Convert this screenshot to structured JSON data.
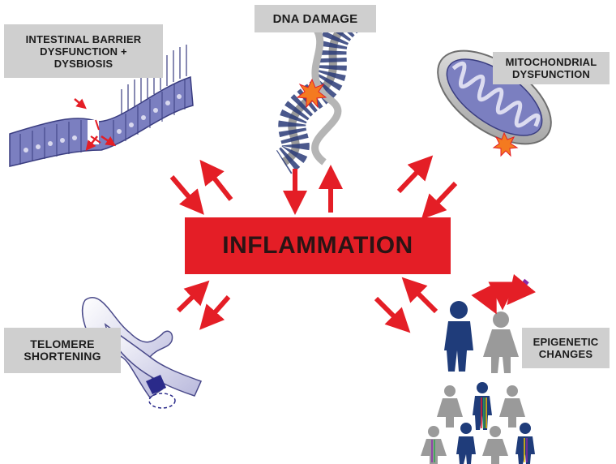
{
  "center": {
    "label": "INFLAMMATION",
    "color": "#e41e26"
  },
  "factors": [
    {
      "id": "intestinal",
      "label": "INTESTINAL BARRIER\nDYSFUNCTION +\nDYSBIOSIS",
      "icon": "intestinal-epithelium-icon"
    },
    {
      "id": "dna",
      "label": "DNA  DAMAGE",
      "icon": "dna-helix-icon"
    },
    {
      "id": "mito",
      "label": "MITOCHONDRIAL\nDYSFUNCTION",
      "icon": "mitochondrion-icon"
    },
    {
      "id": "telomere",
      "label": "TELOMERE\nSHORTENING",
      "icon": "chromosome-icon"
    },
    {
      "id": "epigenetic",
      "label": "EPIGENETIC\nCHANGES",
      "icon": "family-generations-icon"
    }
  ],
  "colors": {
    "arrow": "#e41e26",
    "label_bg": "#cfcfcf",
    "tissue": "#7b7fc0",
    "dna_dark": "#2a3b78",
    "person_blue": "#1f3c7a",
    "person_gray": "#9a9a9a"
  }
}
